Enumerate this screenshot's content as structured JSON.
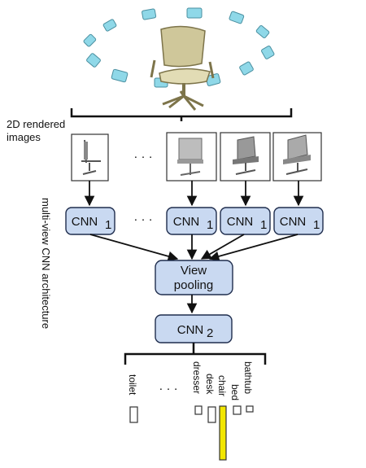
{
  "rendered_label_line1": "2D rendered",
  "rendered_label_line2": "images",
  "architecture_label": "multi-view CNN architecture",
  "ellipsis": "· · ·",
  "cnn1_label": "CNN",
  "cnn1_sub": "1",
  "view_pooling_line1": "View",
  "view_pooling_line2": "pooling",
  "cnn2_label": "CNN",
  "cnn2_sub": "2",
  "categories": [
    "toilet",
    "dresser",
    "desk",
    "chair",
    "bed",
    "bathtub"
  ],
  "category_ellipsis": "· · ·",
  "highlight_category": "chair",
  "colors": {
    "box_fill": "#c9d9f1",
    "box_stroke": "#1f2d4d",
    "highlight": "#f2e600",
    "camera": "#8fd8e8"
  }
}
